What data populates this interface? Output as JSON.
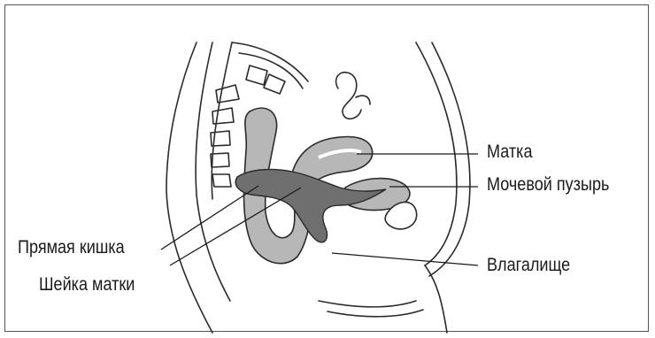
{
  "labels": {
    "uterus": "Матка",
    "bladder": "Мочевой пузырь",
    "rectum": "Прямая кишка",
    "cervix": "Шейка матки",
    "vagina": "Влагалище"
  },
  "colors": {
    "outline": "#2a2a2a",
    "organ_light": "#b7b7b7",
    "organ_dark": "#6f6f6f",
    "frame": "#555555"
  }
}
